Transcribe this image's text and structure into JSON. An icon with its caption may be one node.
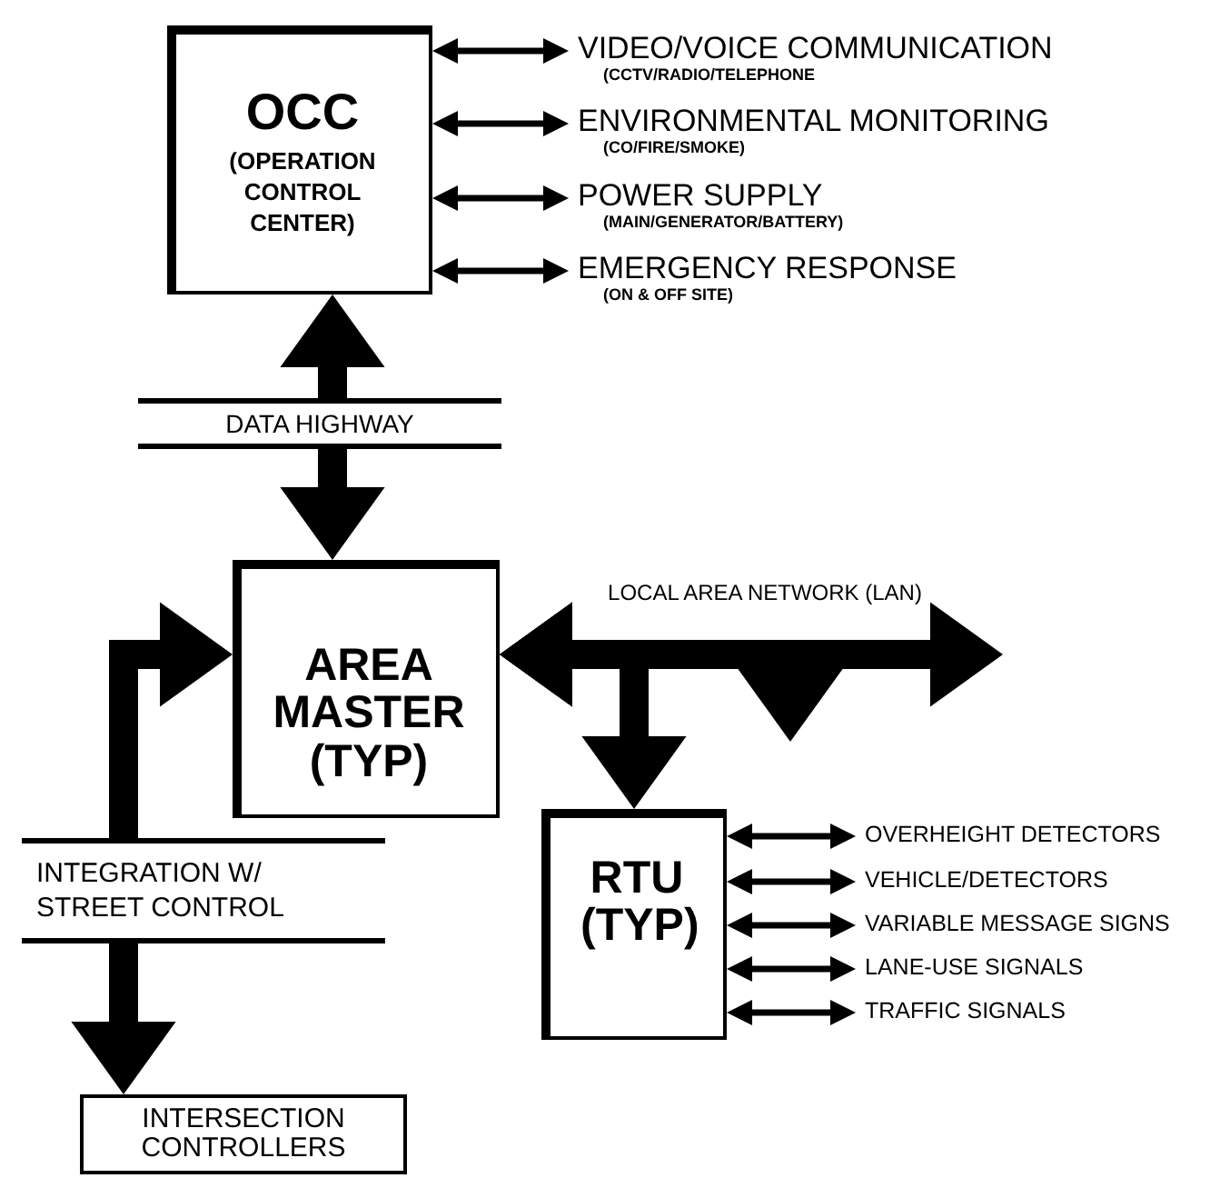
{
  "diagram": {
    "nodes": [
      {
        "text": [
          "OCC",
          "(OPERATION CONTROL CENTER)"
        ]
      },
      {
        "text": [
          "VIDEO/VOICE COMMUNICATION",
          "(CCTV/RADIO/TELEPHONE"
        ]
      },
      {
        "text": [
          "ENVIRONMENTAL MONITORING",
          "(CO/FIRE/SMOKE)"
        ]
      },
      {
        "text": [
          "POWER SUPPLY",
          "(MAIN/GENERATOR/BATTERY)"
        ]
      },
      {
        "text": [
          "EMERGENCY RESPONSE",
          "(ON & OFF SITE)"
        ]
      },
      {
        "text": [
          "AREA MASTER (TYP)"
        ]
      },
      {
        "text": [
          "RTU (TYP)"
        ]
      },
      {
        "text": [
          "OVERHEIGHT DETECTORS"
        ]
      },
      {
        "text": [
          "VEHICLE/DETECTORS"
        ]
      },
      {
        "text": [
          "VARIABLE MESSAGE SIGNS"
        ]
      },
      {
        "text": [
          "LANE-USE SIGNALS"
        ]
      },
      {
        "text": [
          "TRAFFIC SIGNALS"
        ]
      },
      {
        "text": [
          "INTERSECTION CONTROLLERS"
        ]
      }
    ],
    "edges": [
      {
        "from": 0,
        "to": 5,
        "arrow": "both",
        "label": "DATA HIGHWAY",
        "style": "thick"
      },
      {
        "from": 0,
        "to": 1,
        "arrow": "both"
      },
      {
        "from": 0,
        "to": 2,
        "arrow": "both"
      },
      {
        "from": 0,
        "to": 3,
        "arrow": "both"
      },
      {
        "from": 0,
        "to": 4,
        "arrow": "both"
      },
      {
        "from": 5,
        "to": null,
        "arrow": "both",
        "label": "LOCAL AREA NETWORK (LAN)",
        "style": "thick"
      },
      {
        "from": 5,
        "to": 6,
        "arrow": "both",
        "style": "thick"
      },
      {
        "from": 5,
        "to": null,
        "arrow": "both",
        "style": "thick"
      },
      {
        "from": 5,
        "to": 12,
        "arrow": "both",
        "label": "INTEGRATION W/ STREET CONTROL",
        "style": "thick"
      },
      {
        "from": 6,
        "to": 7,
        "arrow": "both"
      },
      {
        "from": 6,
        "to": 8,
        "arrow": "both"
      },
      {
        "from": 6,
        "to": 9,
        "arrow": "both"
      },
      {
        "from": 6,
        "to": 10,
        "arrow": "both"
      },
      {
        "from": 6,
        "to": 11,
        "arrow": "both"
      }
    ]
  }
}
